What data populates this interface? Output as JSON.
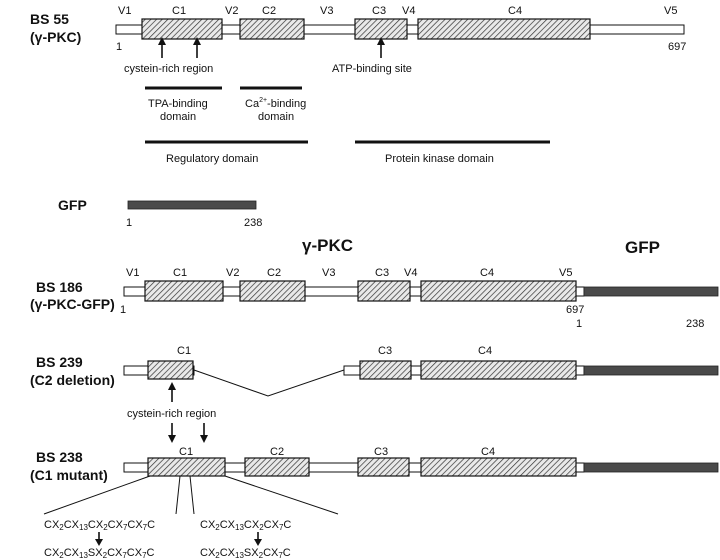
{
  "constructs": {
    "bs55": {
      "name": "BS 55",
      "sub": "(γ-PKC)"
    },
    "gfp": {
      "name": "GFP"
    },
    "bs186": {
      "name": "BS 186",
      "sub": "(γ-PKC-GFP)"
    },
    "bs239": {
      "name": "BS 239",
      "sub": "(C2 deletion)"
    },
    "bs238": {
      "name": "BS 238",
      "sub": "(C1 mutant)"
    }
  },
  "regions": {
    "V1": "V1",
    "C1": "C1",
    "V2": "V2",
    "C2": "C2",
    "V3": "V3",
    "C3": "C3",
    "V4": "V4",
    "C4": "C4",
    "V5": "V5"
  },
  "numbers": {
    "start": "1",
    "pkc_end": "697",
    "gfp_end": "238"
  },
  "annotations": {
    "cys_region": "cystein-rich region",
    "atp_site": "ATP-binding site",
    "tpa_1": "TPA-binding",
    "tpa_2": "domain",
    "ca_prefix": "Ca",
    "ca_sup": "2+",
    "ca_suffix": "-binding",
    "ca_2": "domain",
    "regulatory": "Regulatory domain",
    "kinase": "Protein kinase domain"
  },
  "headers": {
    "pkc": "γ-PKC",
    "gfp": "GFP"
  },
  "sequences": {
    "left_top": "CX2CX13CX2CX7CX7C",
    "left_bottom": "CX2CX13SX2CX7CX7C",
    "right_top": "CX2CX13CX2CX7C",
    "right_bottom": "CX2CX13SX2CX7C"
  }
}
